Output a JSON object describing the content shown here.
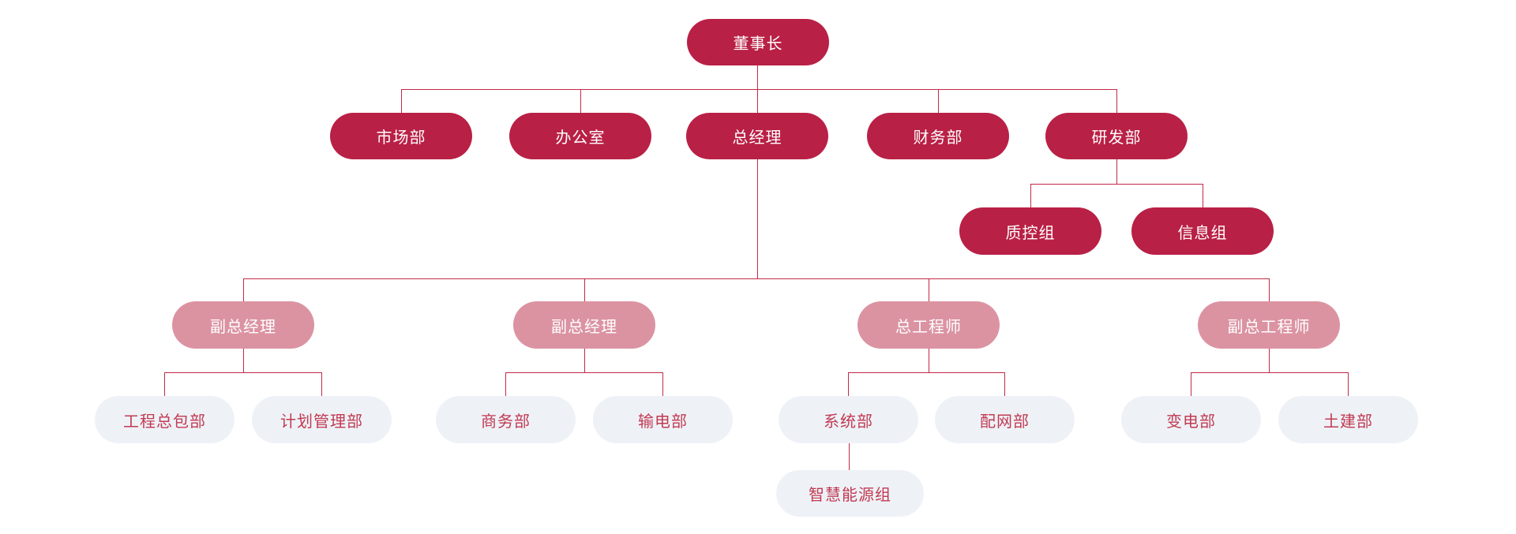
{
  "diagram": {
    "type": "org-chart",
    "background": "#ffffff",
    "colors": {
      "primary_node_bg": "#b92045",
      "primary_node_text": "#ffffff",
      "secondary_node_bg": "#db93a2",
      "secondary_node_text": "#ffffff",
      "tertiary_node_bg": "#eef2f7",
      "tertiary_node_text": "#c23a52",
      "connector_line": "#c22945"
    },
    "nodes": [
      {
        "id": "chairman",
        "label": "董事长",
        "variant": "primary",
        "parent": null
      },
      {
        "id": "marketing",
        "label": "市场部",
        "variant": "primary",
        "parent": "chairman"
      },
      {
        "id": "office",
        "label": "办公室",
        "variant": "primary",
        "parent": "chairman"
      },
      {
        "id": "general-manager",
        "label": "总经理",
        "variant": "primary",
        "parent": "chairman"
      },
      {
        "id": "finance",
        "label": "财务部",
        "variant": "primary",
        "parent": "chairman"
      },
      {
        "id": "rnd",
        "label": "研发部",
        "variant": "primary",
        "parent": "chairman"
      },
      {
        "id": "quality-control",
        "label": "质控组",
        "variant": "primary",
        "parent": "rnd"
      },
      {
        "id": "information",
        "label": "信息组",
        "variant": "primary",
        "parent": "rnd"
      },
      {
        "id": "deputy-gm-1",
        "label": "副总经理",
        "variant": "secondary",
        "parent": "general-manager"
      },
      {
        "id": "deputy-gm-2",
        "label": "副总经理",
        "variant": "secondary",
        "parent": "general-manager"
      },
      {
        "id": "chief-engineer",
        "label": "总工程师",
        "variant": "secondary",
        "parent": "general-manager"
      },
      {
        "id": "deputy-chief-engineer",
        "label": "副总工程师",
        "variant": "secondary",
        "parent": "general-manager"
      },
      {
        "id": "epc",
        "label": "工程总包部",
        "variant": "tertiary",
        "parent": "deputy-gm-1"
      },
      {
        "id": "planning",
        "label": "计划管理部",
        "variant": "tertiary",
        "parent": "deputy-gm-1"
      },
      {
        "id": "business",
        "label": "商务部",
        "variant": "tertiary",
        "parent": "deputy-gm-2"
      },
      {
        "id": "transmission",
        "label": "输电部",
        "variant": "tertiary",
        "parent": "deputy-gm-2"
      },
      {
        "id": "system",
        "label": "系统部",
        "variant": "tertiary",
        "parent": "chief-engineer"
      },
      {
        "id": "distribution",
        "label": "配网部",
        "variant": "tertiary",
        "parent": "chief-engineer"
      },
      {
        "id": "substation",
        "label": "变电部",
        "variant": "tertiary",
        "parent": "deputy-chief-engineer"
      },
      {
        "id": "civil",
        "label": "土建部",
        "variant": "tertiary",
        "parent": "deputy-chief-engineer"
      },
      {
        "id": "smart-energy",
        "label": "智慧能源组",
        "variant": "tertiary",
        "parent": "system"
      }
    ]
  }
}
